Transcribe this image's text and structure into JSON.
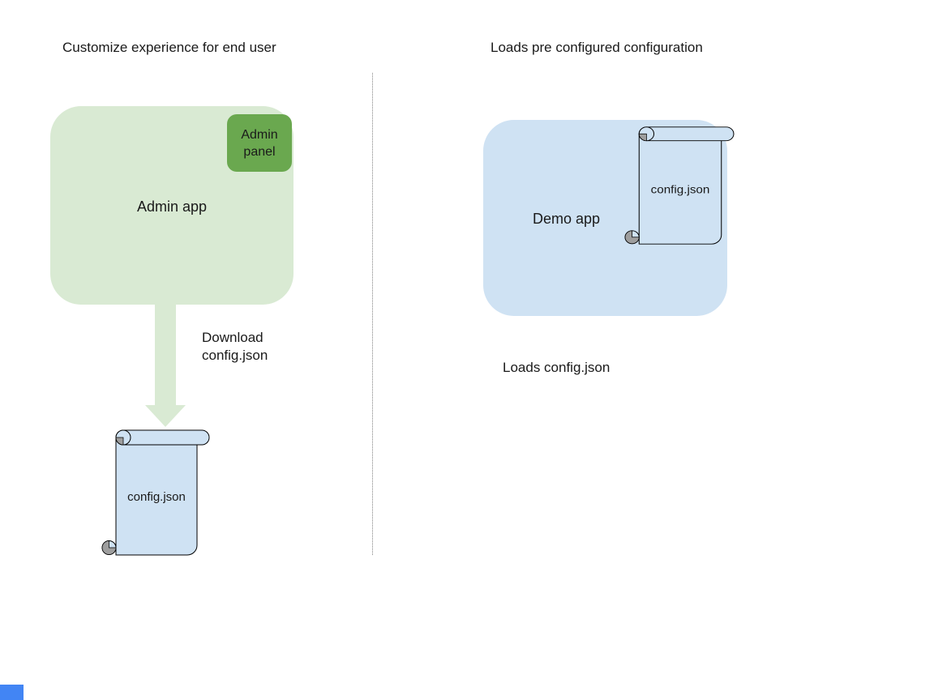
{
  "left": {
    "title": "Customize experience for end user",
    "app_label": "Admin app",
    "badge_label": "Admin panel",
    "arrow_caption": "Download\nconfig.json",
    "scroll_label": "config.json"
  },
  "right": {
    "title": "Loads pre configured configuration",
    "app_label": "Demo app",
    "scroll_label": "config.json",
    "caption": "Loads config.json"
  },
  "colors": {
    "admin_box_fill": "#d9ead3",
    "badge_fill": "#6aa84f",
    "demo_box_fill": "#cfe2f3",
    "scroll_fill": "#cfe2f3",
    "scroll_curl_shade": "#9e9e9e",
    "arrow_fill": "#d9ead3",
    "outline": "#000000",
    "divider": "#808080",
    "text": "#1a1a1a",
    "corner_square": "#4285f4"
  }
}
